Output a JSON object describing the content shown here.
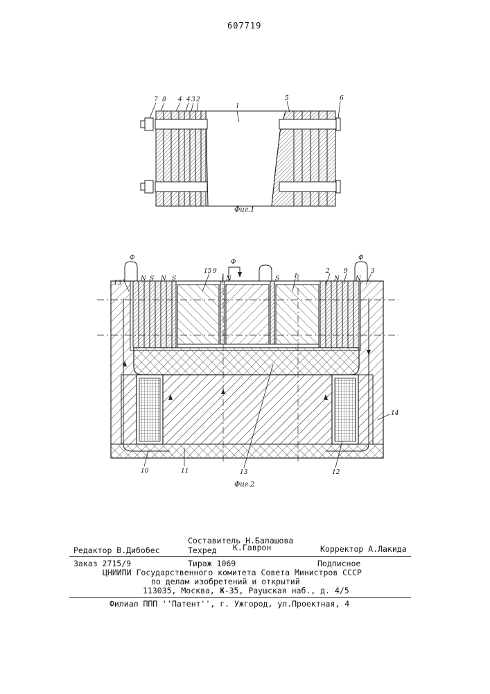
{
  "page_number": "607719",
  "figures": {
    "fig1": {
      "caption": "Фиг.1",
      "labels": [
        "7",
        "8",
        "4",
        "4",
        "3",
        "2",
        "1",
        "5",
        "6"
      ]
    },
    "fig2": {
      "caption": "Фиг.2",
      "labels": [
        "Ф",
        "Ф",
        "Ф",
        "13",
        "N",
        "S",
        "N",
        "S",
        "15",
        "9",
        "N",
        "S",
        "1",
        "2",
        "N",
        "9",
        "N",
        "3",
        "14",
        "10",
        "11",
        "13",
        "12"
      ]
    }
  },
  "imprint": {
    "composer": "Составитель Н.Балашова",
    "editor": "Редактор В.Дибобес",
    "techred": "Техред",
    "techred_name": "К.Гаврон",
    "corrector": "Корректор А.Лакида",
    "order": "Заказ 2715/9",
    "circulation": "Тираж 1069",
    "subscription": "Подписное",
    "org_line1": "ЦНИИПИ Государственного комитета Совета Министров СССР",
    "org_line2": "по делам изобретений и открытий",
    "address": "113035, Москва, Ж-35, Раушская наб., д. 4/5",
    "branch": "Филиал ППП ''Патент'', г. Ужгород, ул.Проектная, 4"
  }
}
